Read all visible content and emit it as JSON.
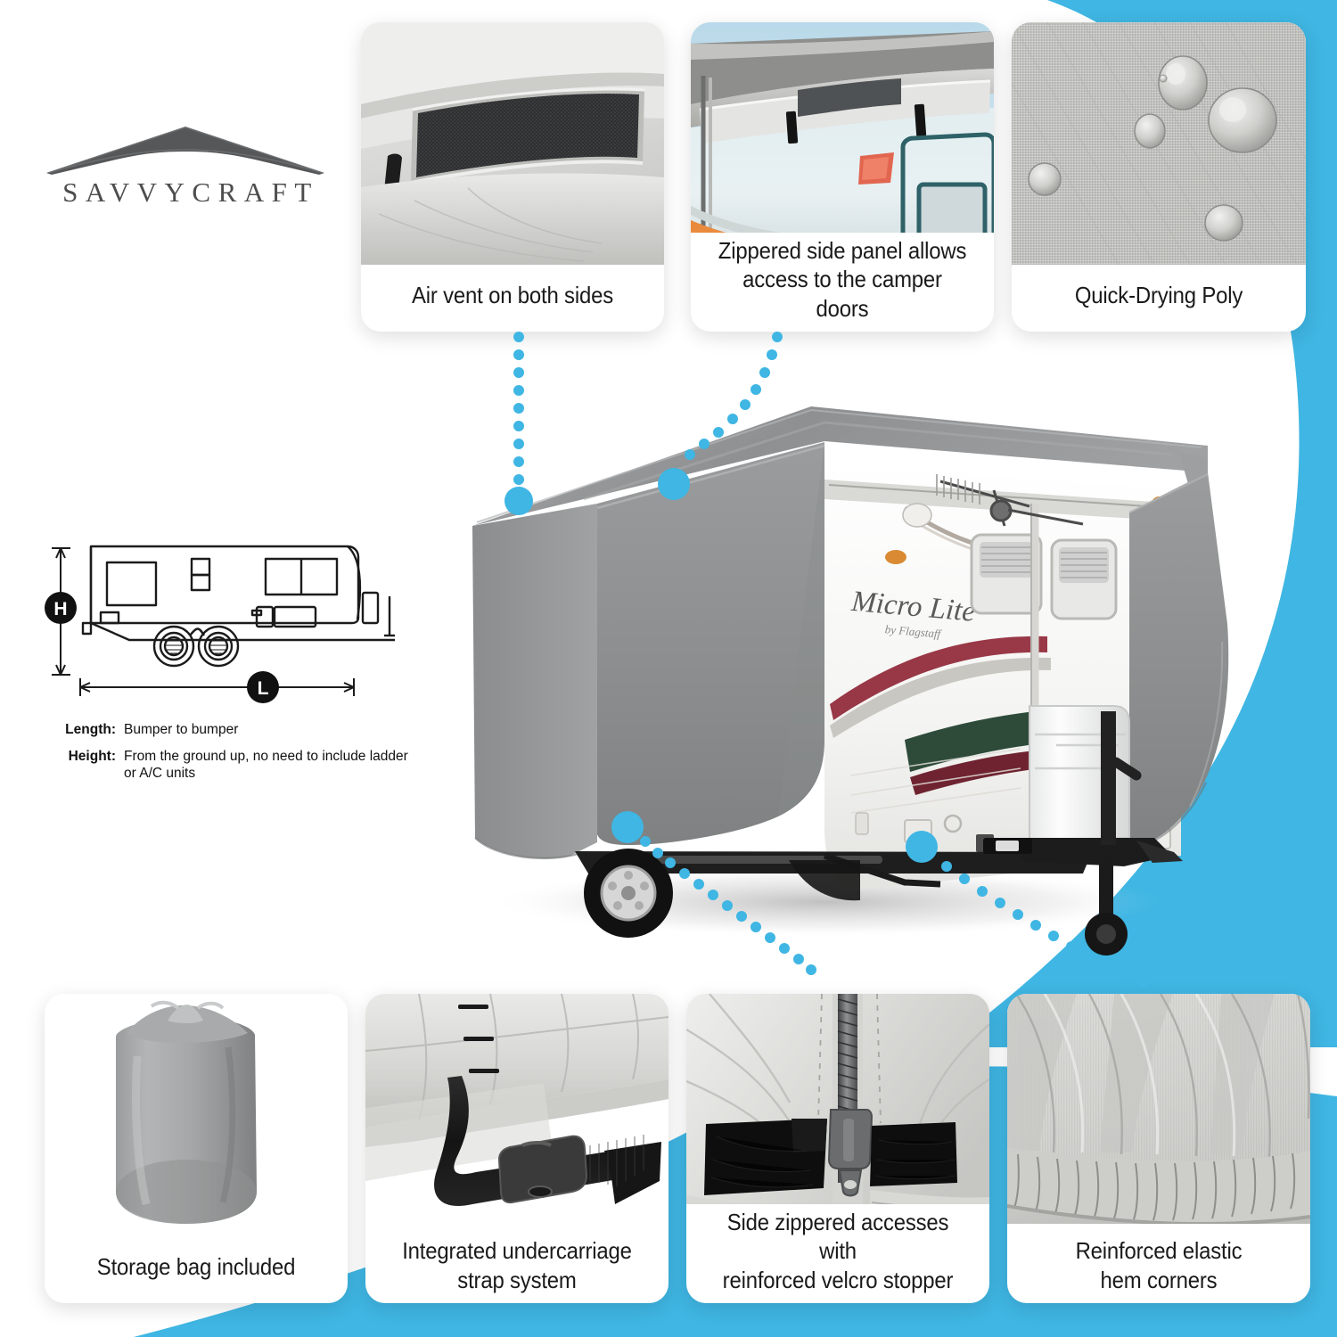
{
  "brand": {
    "name": "SAVVYCRAFT",
    "logo_icon": "arc-roof-logo"
  },
  "colors": {
    "accent_blue": "#3FB6E3",
    "cover_gray": "#8d8f90",
    "text_dark": "#1a1a1a",
    "logo_gray": "#4d4d4d"
  },
  "top_features": [
    {
      "id": "air-vent",
      "caption": "Air vent on both sides",
      "photo_name": "air-vent-photo"
    },
    {
      "id": "zippered-side-panel",
      "caption": "Zippered side panel allows\naccess to the camper doors",
      "caption_line1": "Zippered side panel allows",
      "caption_line2": "access to the camper doors",
      "photo_name": "zippered-side-panel-photo"
    },
    {
      "id": "quick-drying-poly",
      "caption": "Quick-Drying Poly",
      "photo_name": "quick-drying-poly-photo"
    }
  ],
  "bottom_features": [
    {
      "id": "storage-bag",
      "caption": "Storage bag included",
      "photo_name": "storage-bag-photo"
    },
    {
      "id": "undercarriage-strap",
      "caption_line1": "Integrated undercarriage",
      "caption_line2": "strap system",
      "photo_name": "undercarriage-strap-photo"
    },
    {
      "id": "side-zippered-access",
      "caption_line1": "Side zippered accesses with",
      "caption_line2": "reinforced velcro stopper",
      "photo_name": "side-zipper-velcro-photo"
    },
    {
      "id": "elastic-hem",
      "caption_line1": "Reinforced elastic",
      "caption_line2": "hem corners",
      "photo_name": "elastic-hem-corner-photo"
    }
  ],
  "measurement": {
    "diagram_name": "travel-trailer-measure-diagram",
    "height_marker": "H",
    "length_marker": "L",
    "rows": [
      {
        "key": "Length:",
        "value": "Bumper to bumper"
      },
      {
        "key": "Height:",
        "value": "From the ground up, no need to include ladder or A/C units"
      }
    ],
    "height_label_full": "From the ground up, no need to include",
    "height_label_line2": "ladder or A/C units"
  },
  "hero": {
    "name": "travel-trailer-with-cover-photo",
    "rv_decal_brand": "Micro Lite",
    "rv_decal_sub": "by Flagstaff"
  }
}
